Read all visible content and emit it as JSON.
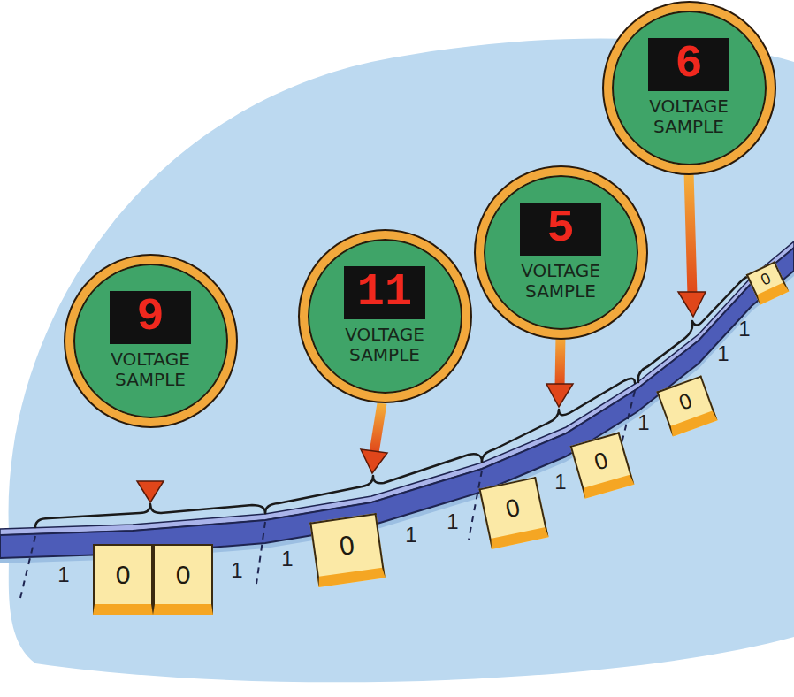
{
  "diagram": {
    "nodes": [
      {
        "text": [
          "9",
          "VOLTAGE SAMPLE"
        ]
      },
      {
        "text": [
          "11",
          "VOLTAGE SAMPLE"
        ]
      },
      {
        "text": [
          "5",
          "VOLTAGE SAMPLE"
        ]
      },
      {
        "text": [
          "6",
          "VOLTAGE SAMPLE"
        ]
      },
      {
        "text": [
          "0"
        ]
      },
      {
        "text": [
          "0"
        ]
      },
      {
        "text": [
          "0"
        ]
      },
      {
        "text": [
          "0"
        ]
      },
      {
        "text": [
          "0"
        ]
      },
      {
        "text": [
          "0"
        ]
      },
      {
        "text": [
          "0"
        ]
      }
    ],
    "labels": [
      "1",
      "1",
      "1",
      "1",
      "1",
      "1",
      "1",
      "1",
      "1"
    ]
  }
}
